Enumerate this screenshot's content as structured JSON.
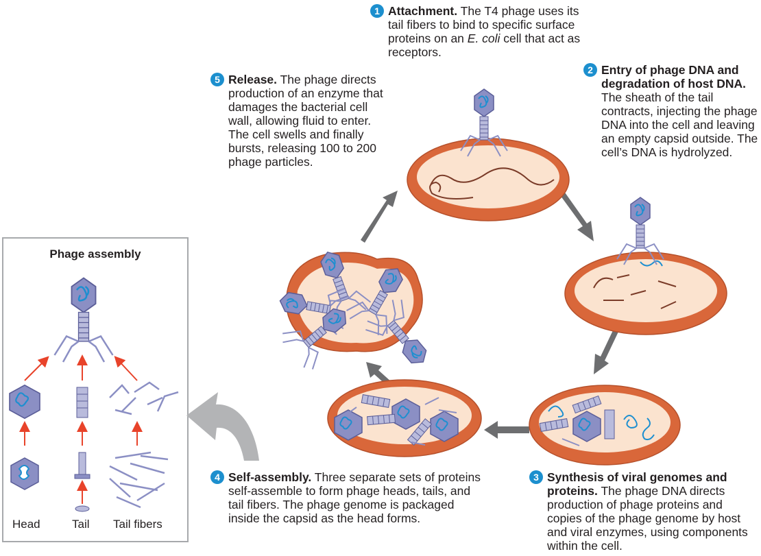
{
  "panel": {
    "title": "Phage assembly",
    "labels": [
      "Head",
      "Tail",
      "Tail fibers"
    ]
  },
  "steps": [
    {
      "num": "1",
      "title": "Attachment.",
      "body_before": " The T4 phage uses its tail fibers to bind to specific surface proteins on an ",
      "italic": "E. coli",
      "body_after": " cell that act as receptors."
    },
    {
      "num": "2",
      "title": "Entry of phage DNA and degradation of host DNA.",
      "body": " The sheath of the tail contracts, injecting the phage DNA into the cell and leaving an empty capsid outside. The cell’s DNA is hydrolyzed."
    },
    {
      "num": "3",
      "title": "Synthesis of viral genomes and proteins.",
      "body": " The phage DNA directs production of phage proteins and copies of the phage genome by host and viral enzymes, using components within the cell."
    },
    {
      "num": "4",
      "title": "Self-assembly.",
      "body": " Three separate sets of proteins self-assemble to form phage heads, tails, and tail fibers. The phage genome is packaged inside the capsid as the head forms."
    },
    {
      "num": "5",
      "title": "Release.",
      "body": " The phage directs production of an enzyme that damages the bacterial cell wall, allowing fluid to enter. The cell swells and finally bursts, releasing 100 to 200 phage particles."
    }
  ],
  "colors": {
    "cell_outer": "#d9673a",
    "cell_inner": "#fbe3cf",
    "phage": "#8b8fc4",
    "dna": "#1d8fd0",
    "cycle_arrow": "#6d6e70",
    "assembly_arrow": "#e8432a",
    "step_badge": "#1c8fce"
  }
}
